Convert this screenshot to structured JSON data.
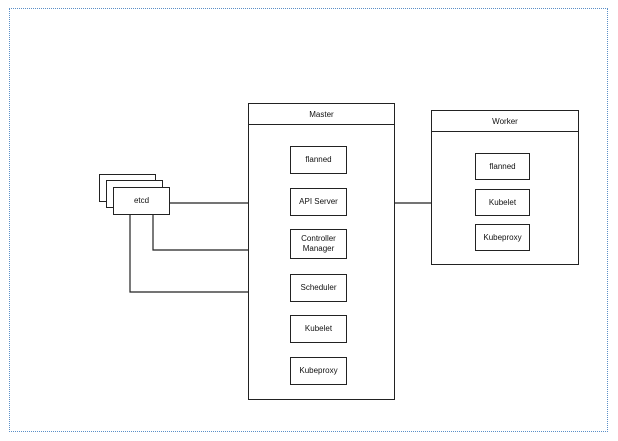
{
  "master": {
    "title": "Master",
    "components": {
      "flanned": "flanned",
      "api_server": "API Server",
      "controller_manager_line1": "Controller",
      "controller_manager_line2": "Manager",
      "scheduler": "Scheduler",
      "kubelet": "Kubelet",
      "kubeproxy": "Kubeproxy"
    }
  },
  "worker": {
    "title": "Worker",
    "components": {
      "flanned": "flanned",
      "kubelet": "Kubelet",
      "kubeproxy": "Kubeproxy"
    }
  },
  "etcd": {
    "label": "etcd"
  },
  "colors": {
    "frame_border": "#5b8fc7",
    "stroke": "#222222"
  }
}
